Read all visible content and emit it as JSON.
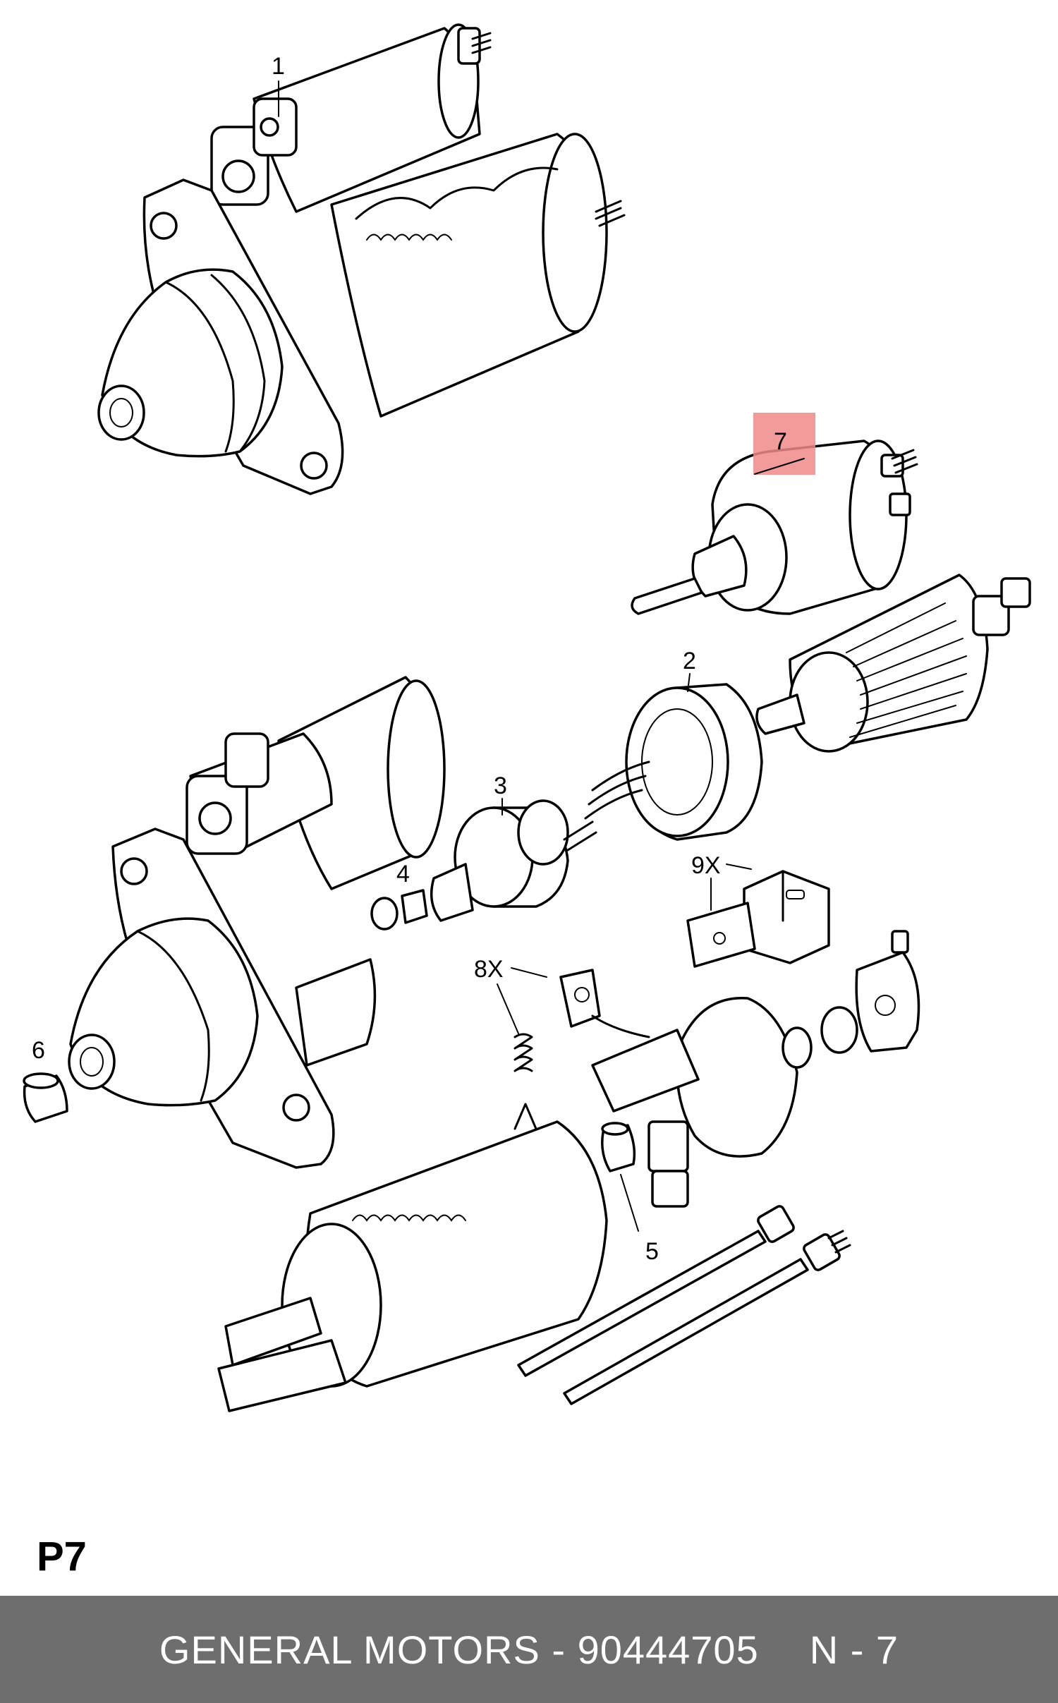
{
  "callouts": {
    "c1": "1",
    "c2": "2",
    "c3": "3",
    "c4": "4",
    "c5": "5",
    "c6": "6",
    "c7": "7",
    "c8": "8X",
    "c9": "9X"
  },
  "highlight": {
    "part": "7",
    "color": "#f08a8a"
  },
  "page_code": "P7",
  "footer": {
    "brand_part": "GENERAL MOTORS - 90444705",
    "page_ref": "N - 7",
    "background": "#6e6e6e"
  }
}
